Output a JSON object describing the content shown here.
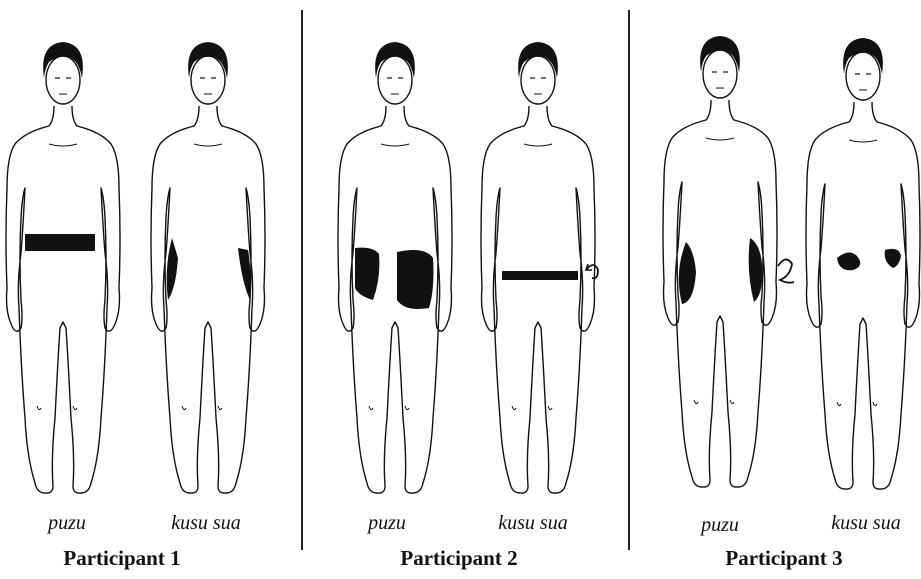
{
  "panels": [
    {
      "participant_label": "Participant 1",
      "figures": [
        {
          "term": "puzu",
          "marking": "band-waist"
        },
        {
          "term": "kusu sua",
          "marking": "hip-sides"
        }
      ]
    },
    {
      "participant_label": "Participant 2",
      "figures": [
        {
          "term": "puzu",
          "marking": "large-patches"
        },
        {
          "term": "kusu sua",
          "marking": "band-low",
          "arrow": "curl"
        }
      ]
    },
    {
      "participant_label": "Participant 3",
      "figures": [
        {
          "term": "puzu",
          "marking": "hip-sides-large",
          "arrow": "curl"
        },
        {
          "term": "kusu sua",
          "marking": "small-blobs"
        }
      ]
    }
  ],
  "colors": {
    "ink": "#111111",
    "background": "#ffffff"
  }
}
